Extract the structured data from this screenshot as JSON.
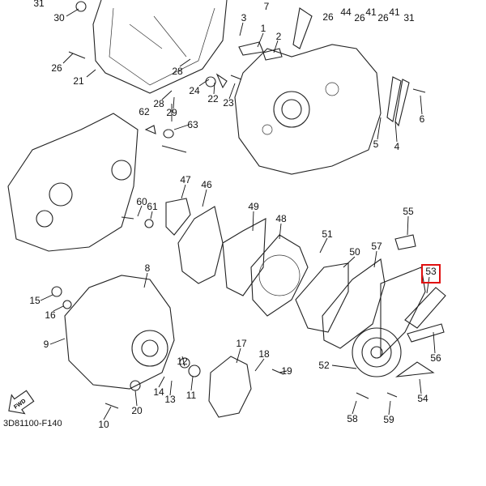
{
  "diagram_code": "3D81100-F140",
  "fwd_arrow_text": "FWD",
  "highlight_color": "#e01010",
  "highlighted_part": "53",
  "callouts": [
    "31",
    "30",
    "26",
    "21",
    "28",
    "28",
    "29",
    "24",
    "22",
    "23",
    "62",
    "63",
    "3",
    "7",
    "1",
    "2",
    "26",
    "44",
    "26",
    "41",
    "26",
    "41",
    "31",
    "6",
    "5",
    "4",
    "47",
    "46",
    "49",
    "48",
    "51",
    "50",
    "57",
    "55",
    "53",
    "56",
    "54",
    "58",
    "59",
    "52",
    "60",
    "61",
    "8",
    "15",
    "16",
    "9",
    "17",
    "18",
    "19",
    "12",
    "11",
    "13",
    "14",
    "20",
    "10"
  ]
}
